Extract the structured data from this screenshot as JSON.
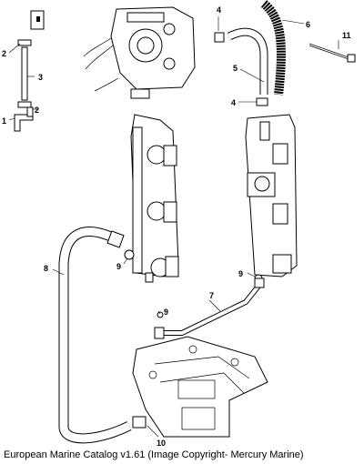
{
  "diagram": {
    "callouts": [
      "1",
      "2",
      "2",
      "3",
      "4",
      "4",
      "5",
      "6",
      "7",
      "8",
      "9",
      "9",
      "9",
      "10",
      "11"
    ]
  },
  "caption": "European Marine Catalog v1.61 (Image Copyright- Mercury Marine)"
}
